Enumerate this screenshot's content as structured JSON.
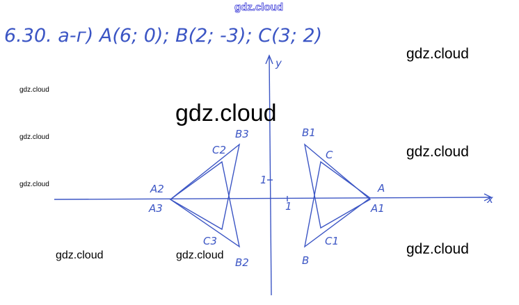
{
  "site_header": "gdz.cloud",
  "problem": {
    "text": "6.30. а-г) A(6; 0);  B(2; -3);  C(3; 2)"
  },
  "watermarks": [
    "gdz.cloud",
    "gdz.cloud",
    "gdz.cloud",
    "gdz.cloud",
    "gdz.cloud",
    "gdz.cloud",
    "gdz.cloud",
    "gdz.cloud",
    "gdz.cloud"
  ],
  "axes": {
    "x_label": "x",
    "y_label": "y",
    "unit_x": "1",
    "unit_y": "1"
  },
  "points": {
    "A": "A",
    "B": "B",
    "C": "C",
    "A1": "A1",
    "B1": "B1",
    "C1": "C1",
    "A2": "A2",
    "B2": "B2",
    "C2": "C2",
    "A3": "A3",
    "B3": "B3",
    "C3": "C3"
  },
  "colors": {
    "ink": "#3b55c4"
  }
}
